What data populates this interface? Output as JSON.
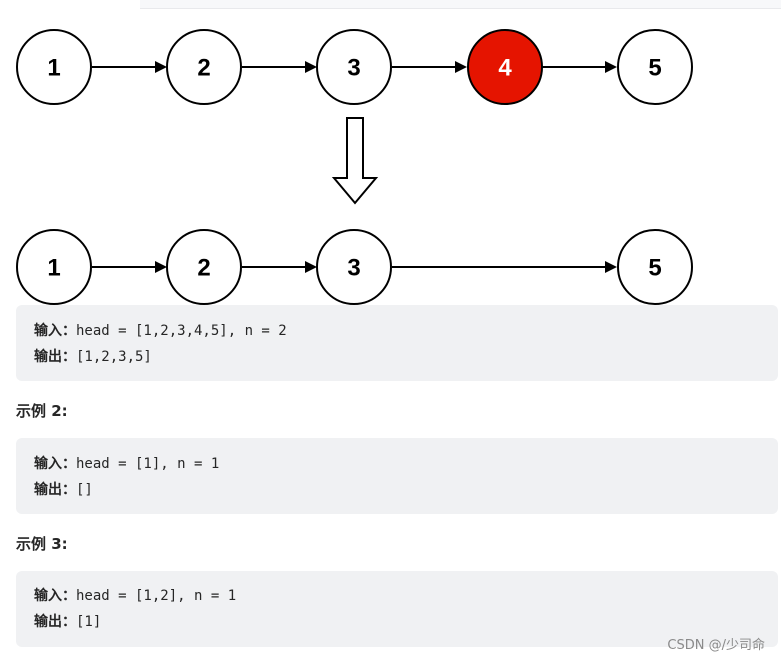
{
  "diagram": {
    "before_nodes": [
      "1",
      "2",
      "3",
      "4",
      "5"
    ],
    "after_nodes": [
      "1",
      "2",
      "3",
      "5"
    ],
    "removed_node": "4",
    "removed_color": "#e51400"
  },
  "example1": {
    "input_key": "输入：",
    "input_value": "head = [1,2,3,4,5], n = 2",
    "output_key": "输出：",
    "output_value": "[1,2,3,5]"
  },
  "example2": {
    "heading": "示例 2:",
    "input_key": "输入：",
    "input_value": "head = [1], n = 1",
    "output_key": "输出：",
    "output_value": "[]"
  },
  "example3": {
    "heading": "示例 3:",
    "input_key": "输入：",
    "input_value": "head = [1,2], n = 1",
    "output_key": "输出：",
    "output_value": "[1]"
  },
  "watermark": "CSDN @/少司命"
}
